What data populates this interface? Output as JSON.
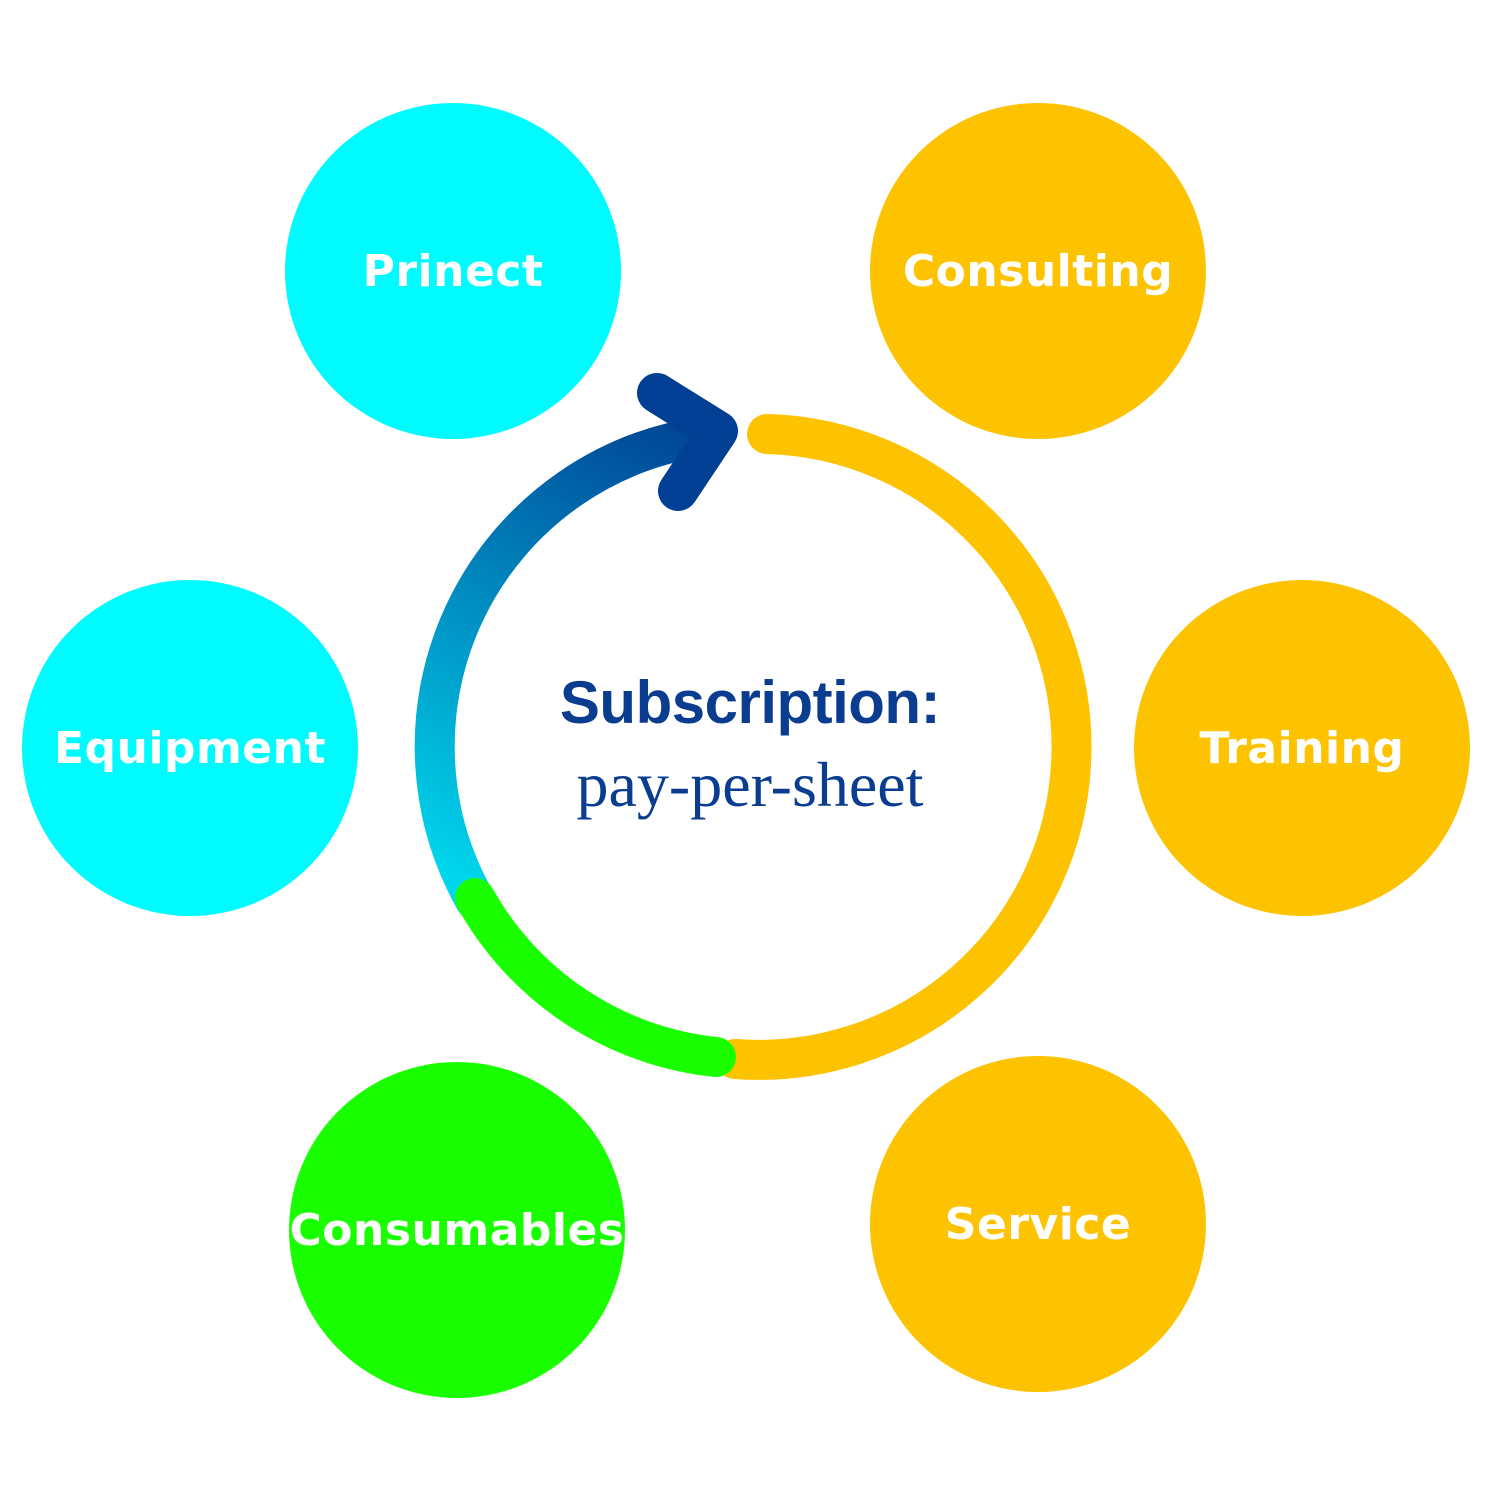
{
  "center": {
    "title": "Subscription:",
    "subtitle": "pay-per-sheet",
    "text_color": "#0a3d8f"
  },
  "nodes": [
    {
      "id": "prinect",
      "label": "Prinect",
      "color": "#00fbff"
    },
    {
      "id": "consulting",
      "label": "Consulting",
      "color": "#fdc200"
    },
    {
      "id": "equipment",
      "label": "Equipment",
      "color": "#00fbff"
    },
    {
      "id": "training",
      "label": "Training",
      "color": "#fdc200"
    },
    {
      "id": "consumables",
      "label": "Consumables",
      "color": "#19ff00"
    },
    {
      "id": "service",
      "label": "Service",
      "color": "#fdc200"
    }
  ],
  "cycle": {
    "colors": {
      "arrow_start": "#00d6ec",
      "arrow_end": "#003f93",
      "green": "#19ff00",
      "orange": "#fdc200"
    }
  }
}
